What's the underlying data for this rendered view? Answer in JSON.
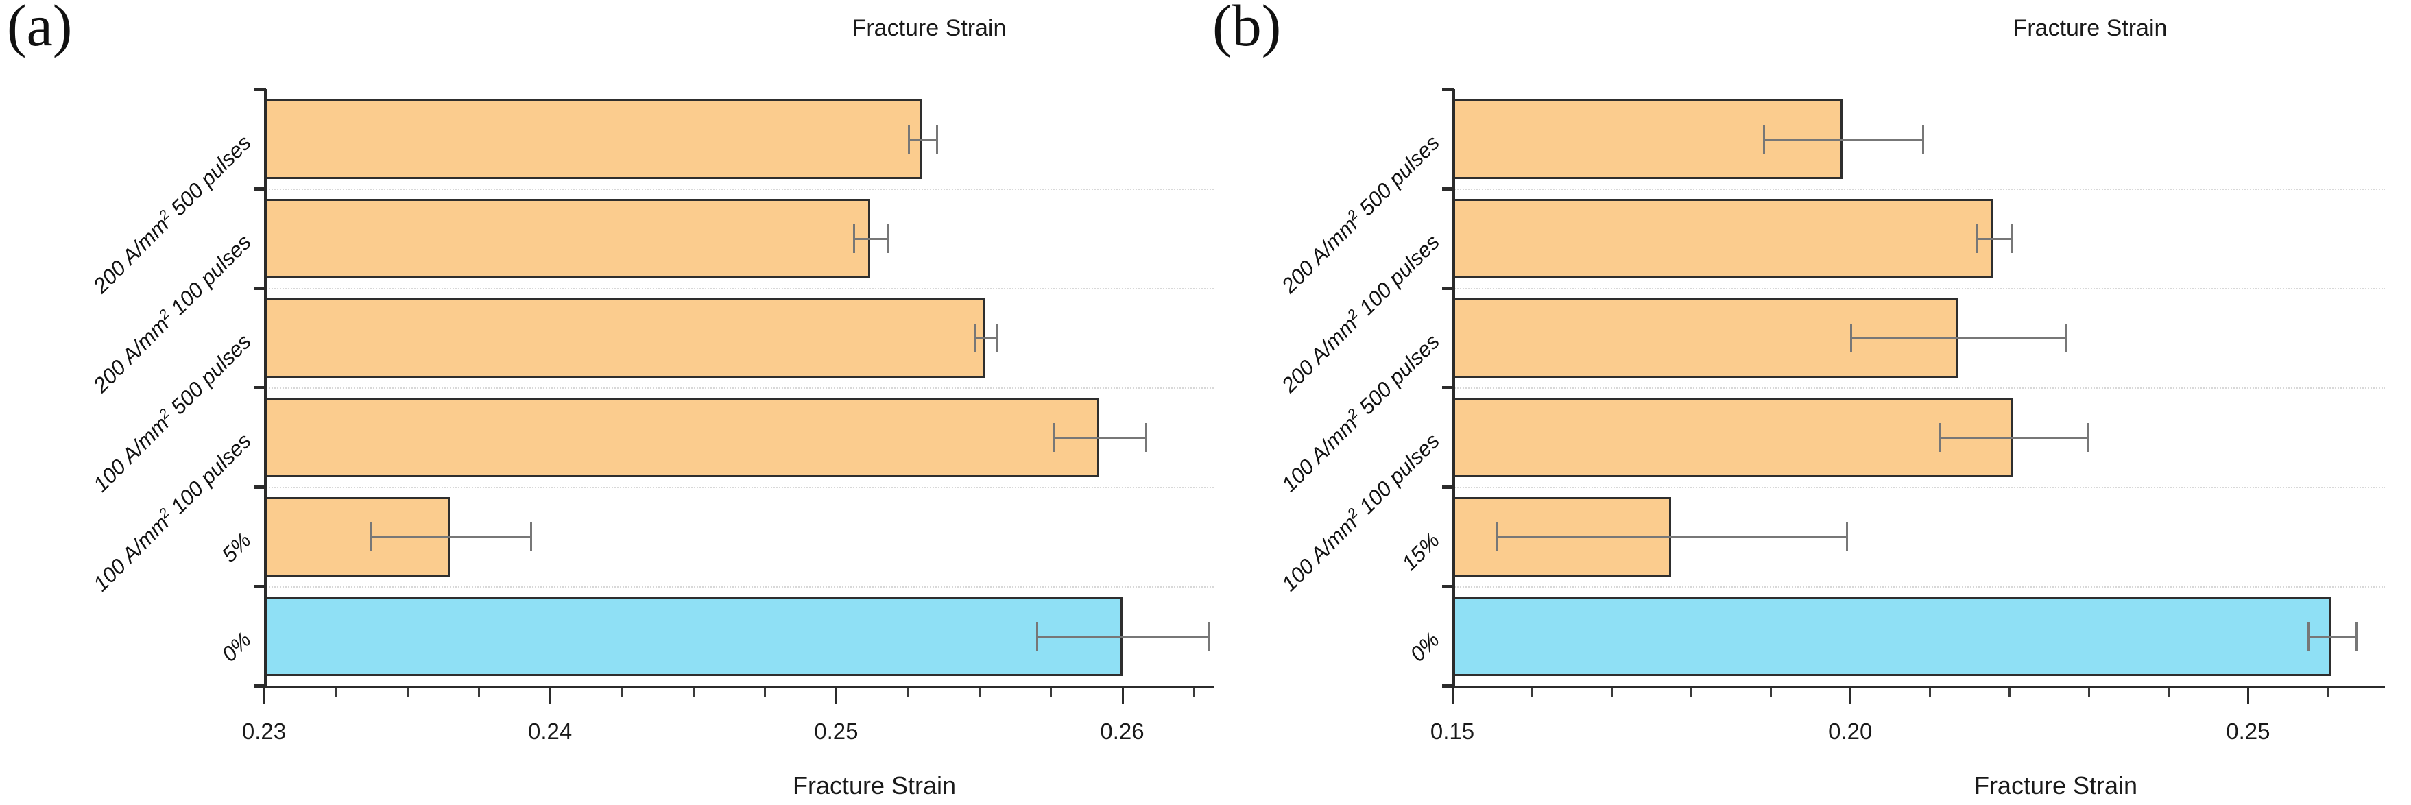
{
  "figure": {
    "panels": [
      {
        "letter": "(a)",
        "title": "Fracture Strain",
        "xlabel": "Fracture Strain",
        "xticklabels": [
          "0.23",
          "0.24",
          "0.25",
          "0.26"
        ],
        "categories": [
          "200 A/mm² 500 pulses",
          "200 A/mm² 100 pulses",
          "100 A/mm² 500 pulses",
          "100 A/mm² 100 pulses",
          "5%",
          "0%"
        ]
      },
      {
        "letter": "(b)",
        "title": "Fracture Strain",
        "xlabel": "Fracture Strain",
        "xticklabels": [
          "0.15",
          "0.20",
          "0.25"
        ],
        "categories": [
          "200 A/mm² 500 pulses",
          "200 A/mm² 100 pulses",
          "100 A/mm² 500 pulses",
          "100 A/mm² 100 pulses",
          "15%",
          "0%"
        ]
      }
    ],
    "colors": {
      "treated_bar": "#fbcc8e",
      "baseline_bar": "#8fe0f5",
      "bar_outline": "#2e2e2e",
      "error_bar": "#777777",
      "gridline": "#d8d8d8"
    }
  },
  "chart_data": [
    {
      "type": "bar",
      "orientation": "horizontal",
      "title": "Fracture Strain",
      "xlabel": "Fracture Strain",
      "ylabel": "",
      "xlim": [
        0.23,
        0.2632
      ],
      "xticks": [
        0.23,
        0.24,
        0.25,
        0.26
      ],
      "xticklabels": [
        "0.23",
        "0.24",
        "0.25",
        "0.26"
      ],
      "minor_ticks_per_interval": 4,
      "grid": "y-dotted",
      "legend": "none",
      "categories": [
        "200 A/mm² 500 pulses",
        "200 A/mm² 100 pulses",
        "100 A/mm² 500 pulses",
        "100 A/mm² 100 pulses",
        "5%",
        "0%"
      ],
      "values": [
        0.253,
        0.2512,
        0.2552,
        0.2592,
        0.2365,
        0.26
      ],
      "errors": [
        0.0005,
        0.0006,
        0.0004,
        0.0016,
        0.0028,
        0.003
      ],
      "bar_colors": [
        "#fbcc8e",
        "#fbcc8e",
        "#fbcc8e",
        "#fbcc8e",
        "#fbcc8e",
        "#8fe0f5"
      ]
    },
    {
      "type": "bar",
      "orientation": "horizontal",
      "title": "Fracture Strain",
      "xlabel": "Fracture Strain",
      "ylabel": "",
      "xlim": [
        0.15,
        0.2672
      ],
      "xticks": [
        0.15,
        0.2,
        0.25
      ],
      "xticklabels": [
        "0.15",
        "0.20",
        "0.25"
      ],
      "minor_ticks_per_interval": 5,
      "grid": "y-dotted",
      "legend": "none",
      "categories": [
        "200 A/mm² 500 pulses",
        "200 A/mm² 100 pulses",
        "100 A/mm² 500 pulses",
        "100 A/mm² 100 pulses",
        "15%",
        "0%"
      ],
      "values": [
        0.199,
        0.218,
        0.2135,
        0.2205,
        0.1775,
        0.2605
      ],
      "errors": [
        0.01,
        0.0022,
        0.0135,
        0.0093,
        0.022,
        0.003
      ],
      "bar_colors": [
        "#fbcc8e",
        "#fbcc8e",
        "#fbcc8e",
        "#fbcc8e",
        "#fbcc8e",
        "#8fe0f5"
      ]
    }
  ]
}
